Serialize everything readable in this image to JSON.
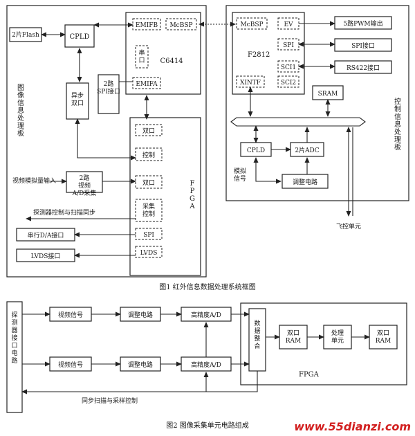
{
  "fig1": {
    "caption": "图1   红外信息数据处理系统框图",
    "board1_label": "图像信息处理板",
    "board2_label": "控制信息处理板",
    "flash": "2片Flash",
    "cpld1": "CPLD",
    "dsp_title": "C6414",
    "emifb": "EMIFB",
    "mcbsp1": "McBSP",
    "uart": "串口",
    "emifa": "EMIFA",
    "spi2": "2路SPI接口",
    "dpram": "异步双口",
    "fpga_label": "FPGA",
    "fpga_blocks": [
      "双口",
      "控制",
      "双口",
      "采集控制",
      "SPI",
      "LVDS"
    ],
    "video_in": "视频模拟量输入",
    "adc2": "2路视频A/D采集",
    "sync_text": "探测器控制与扫描同步",
    "serial_da": "串行D/A接口",
    "lvds_if": "LVDS接口",
    "f2812": "F2812",
    "mcbsp2": "McBSP",
    "ev": "EV",
    "spi_b": "SPI",
    "sci1": "SCI1",
    "xintf": "XINTF",
    "sci2": "SCI2",
    "pwm": "5路PWM输出",
    "spi_if": "SPI接口",
    "rs422": "RS422接口",
    "sram": "SRAM",
    "cpld2": "CPLD",
    "adc2b": "2片ADC",
    "analog": "模拟信号",
    "cond": "调整电路",
    "flight": "飞控单元"
  },
  "fig2": {
    "caption": "图2   图像采集单元电路组成",
    "detector": "探测器接口电路",
    "video1": "视频信号",
    "video2": "视频信号",
    "cond1": "调整电路",
    "cond2": "调整电路",
    "adc1": "高精度A/D",
    "adc2": "高精度A/D",
    "merge": "数据整合",
    "ram1": "双口RAM",
    "proc": "处理单元",
    "ram2": "双口RAM",
    "fpga": "FPGA",
    "sync": "同步扫描与采样控制"
  },
  "watermark": "www.55dianzi.com"
}
